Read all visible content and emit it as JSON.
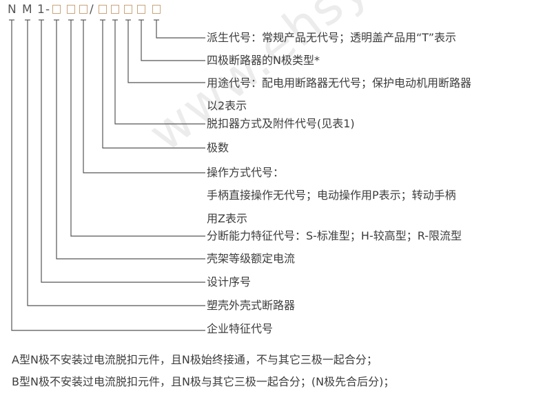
{
  "model_code": {
    "prefix": [
      "N",
      "M",
      "1",
      "-"
    ],
    "slash": "/",
    "box_count_before_slash": 3,
    "box_count_after_slash": 5
  },
  "labels": [
    {
      "id": "derived",
      "text": "派生代号：常规产品无代号；透明盖产品用“T”表示"
    },
    {
      "id": "n-pole-type",
      "text": "四极断路器的N极类型*"
    },
    {
      "id": "usage",
      "text": "用途代号：配电用断路器无代号；保护电动机用断路器"
    },
    {
      "id": "usage-cont",
      "text": "以2表示"
    },
    {
      "id": "release",
      "text": "脱扣器方式及附件代号(见表1)"
    },
    {
      "id": "poles",
      "text": "极数"
    },
    {
      "id": "operation",
      "text": "操作方式代号："
    },
    {
      "id": "operation-cont1",
      "text": "手柄直接操作无代号；电动操作用P表示；转动手柄"
    },
    {
      "id": "operation-cont2",
      "text": "用Z表示"
    },
    {
      "id": "breaking",
      "text": "分断能力特征代号：S-标准型；H-较高型；R-限流型"
    },
    {
      "id": "frame",
      "text": "壳架等级额定电流"
    },
    {
      "id": "design-seq",
      "text": "设计序号"
    },
    {
      "id": "mccb",
      "text": "塑壳外壳式断路器"
    },
    {
      "id": "company",
      "text": "企业特征代号"
    }
  ],
  "notes": [
    "A型N极不安装过电流脱扣元件，且N极始终接通，不与其它三极一起合分；",
    "B型N极不安装过电流脱扣元件，且N极与其它三极一起合分；(N极先合后分)；"
  ],
  "watermark": "www.ehsy.com",
  "colors": {
    "line": "#555555",
    "box": "#c9a47a",
    "text": "#3c3c3c"
  }
}
